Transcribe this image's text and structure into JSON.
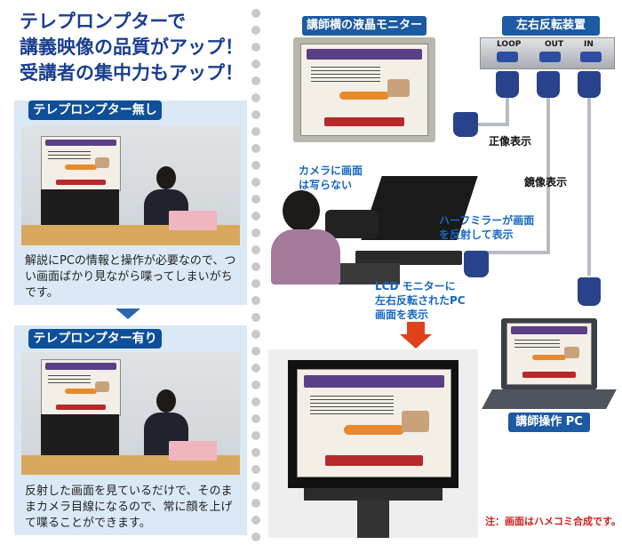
{
  "headline": {
    "line1": "テレプロンプターで",
    "line2": "講義映像の品質がアップ！",
    "line3": "受講者の集中力もアップ！"
  },
  "without": {
    "tag": "テレプロンプター無し",
    "caption": "解説にPCの情報と操作が必要なので、つい画面ばかり見ながら喋ってしまいがちです。"
  },
  "with": {
    "tag": "テレプロンプター有り",
    "caption": "反射した画面を見ているだけで、そのままカメラ目線になるので、常に顔を上げて喋ることができます。"
  },
  "diagram": {
    "lcd_monitor_label": "講師横の液晶モニター",
    "flip_device_label": "左右反転装置",
    "ports": [
      "LOOP",
      "OUT",
      "IN"
    ],
    "normal_image": "正像表示",
    "mirror_image": "鏡像表示",
    "camera_note": "カメラに画面は写らない",
    "half_mirror_note": "ハーフミラーが画面を反射して表示",
    "lcd_note": "LCD モニターに左右反転されたPC画面を表示",
    "pc_label": "講師操作 PC",
    "composite_note": "注：画面はハメコミ合成です。"
  },
  "colors": {
    "headline": "#1b3f8f",
    "tag": "#0e4f9a",
    "callout": "#1668c2",
    "note": "#d0201c",
    "arrow": "#e0411b"
  }
}
